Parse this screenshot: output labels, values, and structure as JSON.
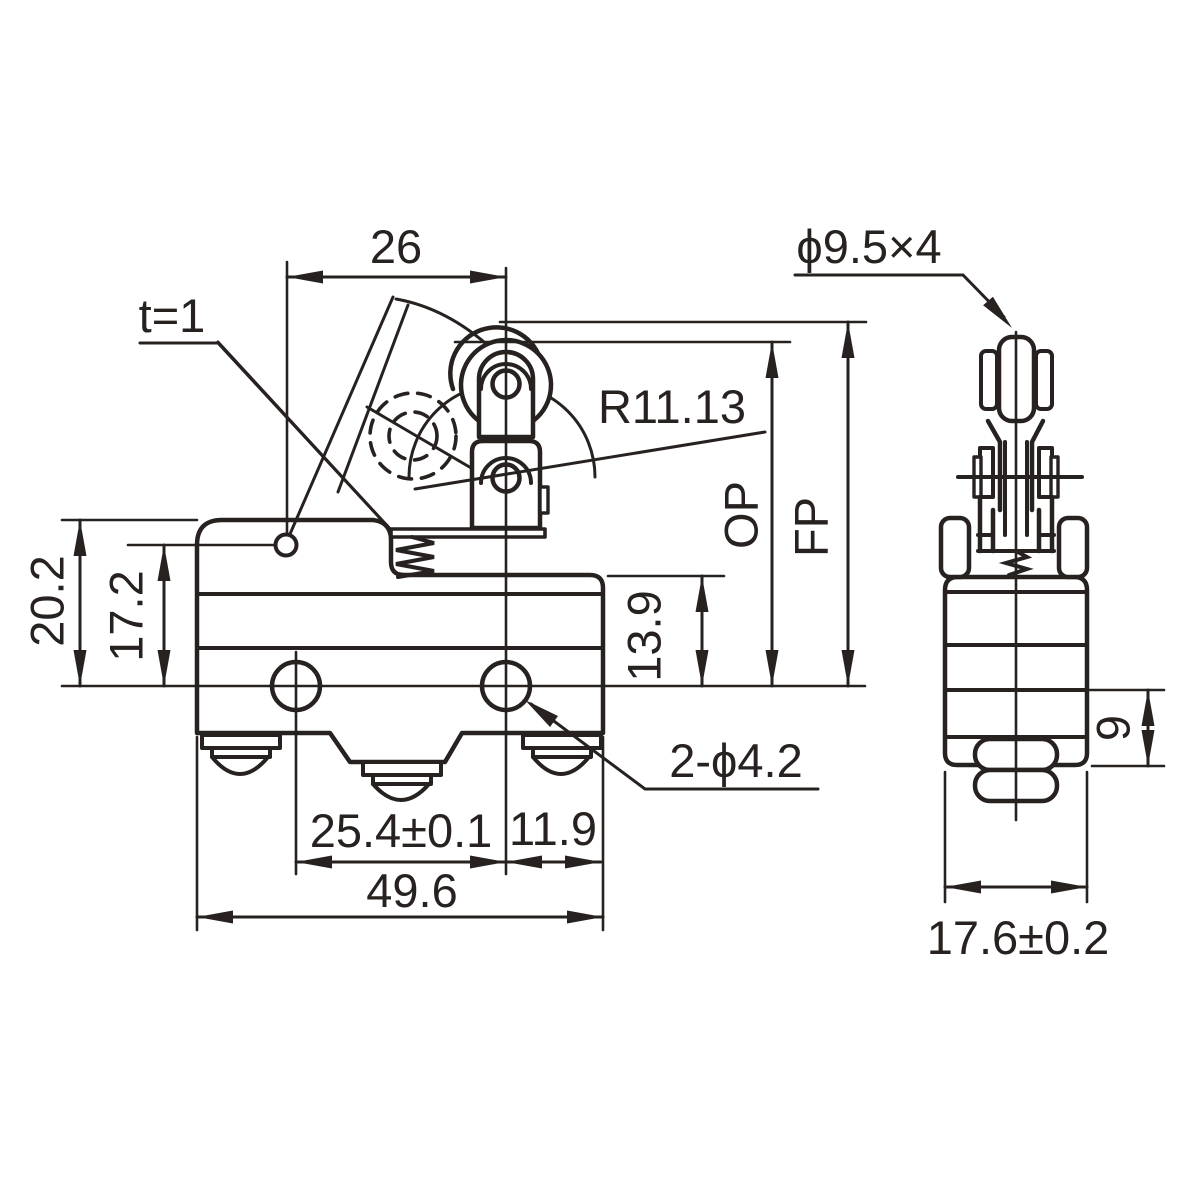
{
  "drawing": {
    "type": "technical-dimension-drawing",
    "subject": "hinge roller lever micro limit switch, front and side views",
    "line_color": "#272220",
    "background": "#ffffff"
  },
  "labels": {
    "dim_26": "26",
    "thickness": "t=1",
    "roller_spec": "ϕ9.5×4",
    "radius": "R11.13",
    "op": "OP",
    "fp": "FP",
    "dim_20_2": "20.2",
    "dim_17_2": "17.2",
    "dim_13_9": "13.9",
    "holes": "2-ϕ4.2",
    "dim_25_4": "25.4±0.1",
    "dim_11_9": "11.9",
    "dim_49_6": "49.6",
    "dim_9": "9",
    "dim_17_6": "17.6±0.2"
  }
}
